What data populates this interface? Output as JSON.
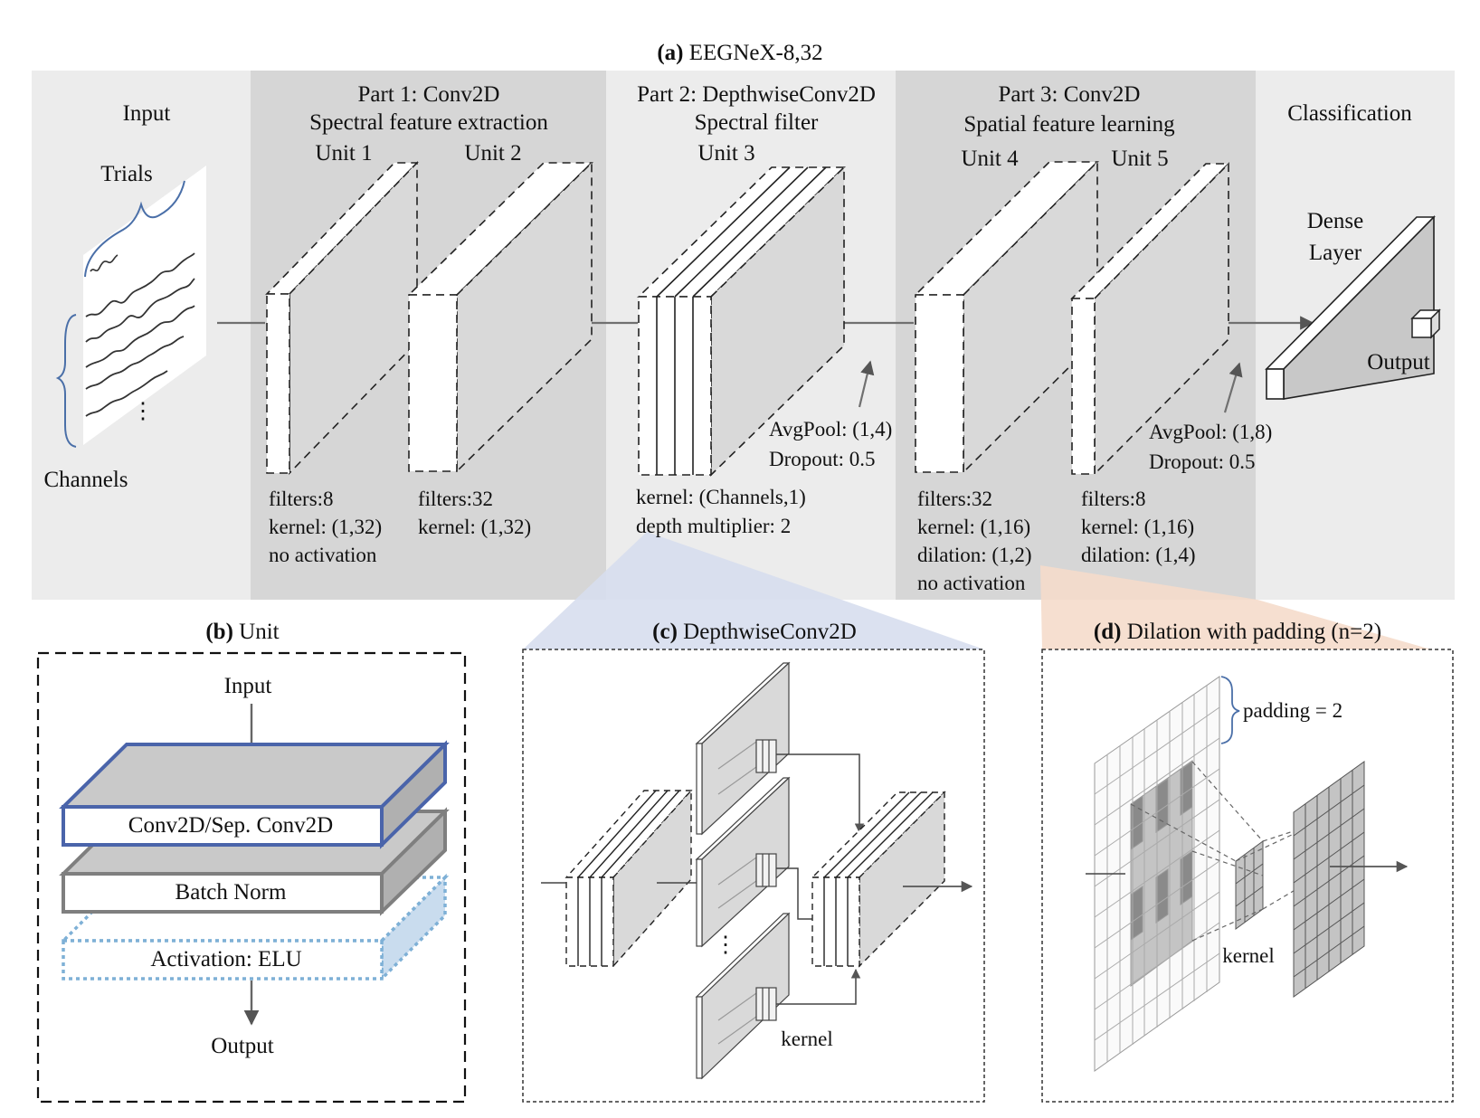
{
  "figure": {
    "a": {
      "tag": "(a)",
      "title": "EEGNeX-8,32"
    },
    "b": {
      "tag": "(b)",
      "title": "Unit"
    },
    "c": {
      "tag": "(c)",
      "title": "DepthwiseConv2D"
    },
    "d": {
      "tag": "(d)",
      "title": "Dilation  with  padding  (n=2)"
    }
  },
  "sections": {
    "input": {
      "title": "Input",
      "trials": "Trials",
      "channels": "Channels",
      "dots": "⋮"
    },
    "part1": {
      "title": "Part 1: Conv2D",
      "subtitle": "Spectral feature extraction"
    },
    "part2": {
      "title": "Part 2: DepthwiseConv2D",
      "subtitle": "Spectral filter"
    },
    "part3": {
      "title": "Part 3: Conv2D",
      "subtitle": "Spatial  feature learning"
    },
    "classification": {
      "title": "Classification",
      "dense1": "Dense",
      "dense2": "Layer",
      "output": "Output"
    }
  },
  "units": [
    {
      "label": "Unit  1",
      "notes": [
        "filters:8",
        "kernel:  (1,32)",
        "no activation"
      ]
    },
    {
      "label": "Unit  2",
      "notes": [
        "filters:32",
        "kernel:  (1,32)"
      ]
    },
    {
      "label": "Unit  3",
      "notes": [
        "kernel:  (Channels,1)",
        "depth multiplier:   2"
      ]
    },
    {
      "label": "Unit  4",
      "notes": [
        "filters:32",
        "kernel:  (1,16)",
        "dilation:   (1,2)",
        "no activation"
      ]
    },
    {
      "label": "Unit  5",
      "notes": [
        "filters:8",
        "kernel:  (1,16)",
        "dilation:  (1,4)"
      ]
    }
  ],
  "pools": [
    {
      "pool": "AvgPool:  (1,4)",
      "dropout": "Dropout:  0.5"
    },
    {
      "pool": "AvgPool:  (1,8)",
      "dropout": "Dropout:  0.5"
    }
  ],
  "unit_panel": {
    "input": "Input",
    "conv": "Conv2D/Sep.  Conv2D",
    "bn": "Batch  Norm",
    "act": "Activation:   ELU",
    "output": "Output"
  },
  "depthwise_panel": {
    "kernel": "kernel",
    "dots": "⋮"
  },
  "dilation_panel": {
    "padding": "padding  =  2",
    "kernel": "kernel"
  },
  "colors": {
    "band_light": "#ececec",
    "band_dark": "#d6d6d6",
    "box_fill": "#d9d9d9",
    "conv_edge": "#4a64aa",
    "bn_edge": "#7f7f7f",
    "act_edge": "#7eb0d6",
    "fan_c": "#d7deee",
    "fan_d": "#f5dccb",
    "grid_fill": "#c4c4c4",
    "grid_dark": "#8a8a8a"
  }
}
